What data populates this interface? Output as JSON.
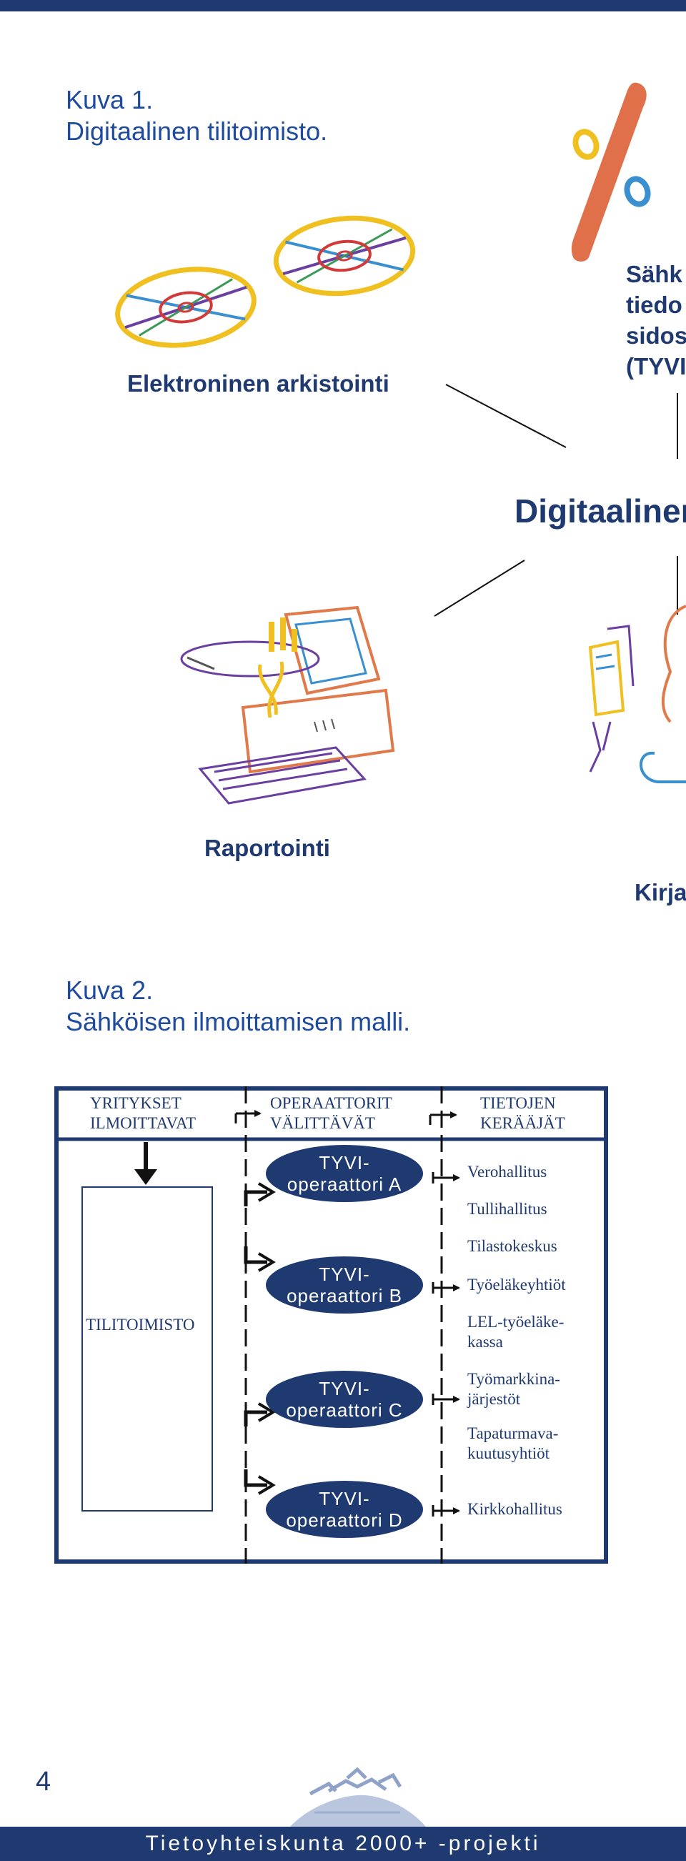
{
  "figure1": {
    "title_line1": "Kuva 1.",
    "title_line2": "Digitaalinen tilitoimisto.",
    "label_archiving": "Elektroninen arkistointi",
    "label_reporting": "Raportointi",
    "label_center": "Digitaalinen",
    "label_right_line1": "Sähk",
    "label_right_line2": "tiedo",
    "label_right_line3": "sidos",
    "label_right_line4": "(TYVI",
    "label_bottom_right": "Kirja"
  },
  "figure2": {
    "title_line1": "Kuva 2.",
    "title_line2": "Sähköisen ilmoittamisen malli.",
    "columns": [
      {
        "line1": "YRITYKSET",
        "line2": "ILMOITTAVAT"
      },
      {
        "line1": "OPERAATTORIT",
        "line2": "VÄLITTÄVÄT"
      },
      {
        "line1": "TIETOJEN",
        "line2": "KERÄÄJÄT"
      }
    ],
    "office_label": "TILITOIMISTO",
    "operators": [
      {
        "line1": "TYVI-",
        "line2": "operaattori A"
      },
      {
        "line1": "TYVI-",
        "line2": "operaattori B"
      },
      {
        "line1": "TYVI-",
        "line2": "operaattori C"
      },
      {
        "line1": "TYVI-",
        "line2": "operaattori D"
      }
    ],
    "receivers": [
      {
        "line1": "Verohallitus",
        "line2": ""
      },
      {
        "line1": "Tullihallitus",
        "line2": ""
      },
      {
        "line1": "Tilastokeskus",
        "line2": ""
      },
      {
        "line1": "Työeläkeyhtiöt",
        "line2": ""
      },
      {
        "line1": "LEL-työeläke-",
        "line2": "kassa"
      },
      {
        "line1": "Työmarkkina-",
        "line2": "järjestöt"
      },
      {
        "line1": "Tapaturmava-",
        "line2": "kuutusyhtiöt"
      },
      {
        "line1": "Kirkkohallitus",
        "line2": ""
      }
    ]
  },
  "footer": {
    "page_number": "4",
    "project": "Tietoyhteiskunta 2000+ -projekti"
  },
  "colors": {
    "navy": "#1f3a70",
    "title_blue": "#1e4b9c",
    "disc_yellow": "#f0c020",
    "percent_orange": "#e0704a"
  }
}
